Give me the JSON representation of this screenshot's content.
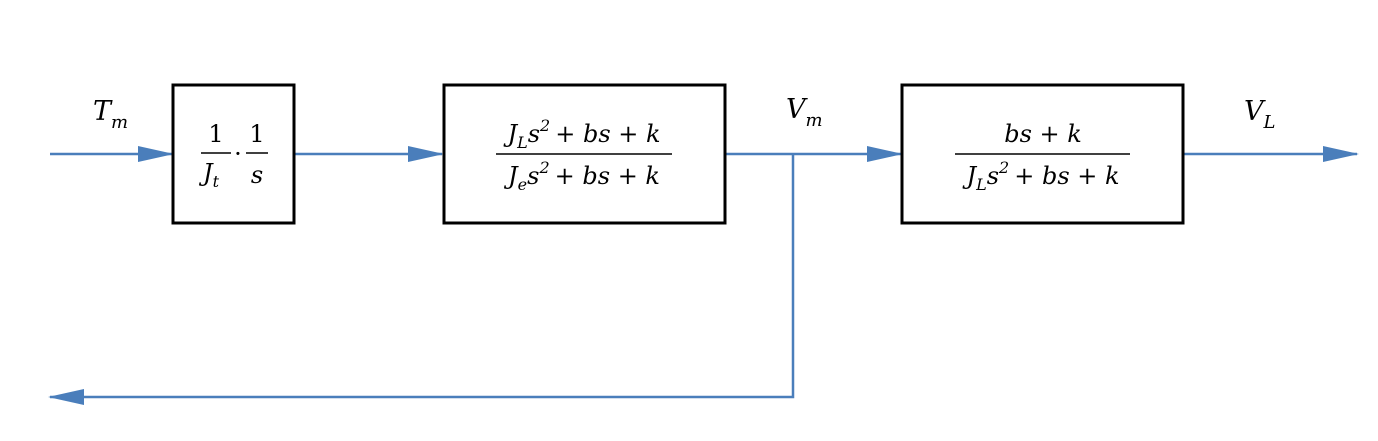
{
  "diagram": {
    "colors": {
      "signal_line": "#4a7ebb",
      "block_border": "#000000",
      "background": "#ffffff",
      "text": "#000000"
    },
    "signals": {
      "input": {
        "symbol": "T",
        "subscript": "m"
      },
      "intermediate": {
        "symbol": "V",
        "subscript": "m"
      },
      "output": {
        "symbol": "V",
        "subscript": "L"
      }
    },
    "blocks": [
      {
        "id": "inertia-integrator",
        "left": {
          "num": "1",
          "den_symbol": "J",
          "den_subscript": "t"
        },
        "operator": "·",
        "right": {
          "num": "1",
          "den": "s"
        }
      },
      {
        "id": "motor-transfer",
        "num": {
          "j_sub": "L",
          "rest": "+ bs + k"
        },
        "den": {
          "j_sub": "e",
          "rest": "+ bs + k"
        }
      },
      {
        "id": "load-transfer",
        "num": "bs + k",
        "den": {
          "j_sub": "L",
          "rest": "+ bs + k"
        }
      }
    ],
    "feedback": {
      "direction": "left"
    }
  }
}
